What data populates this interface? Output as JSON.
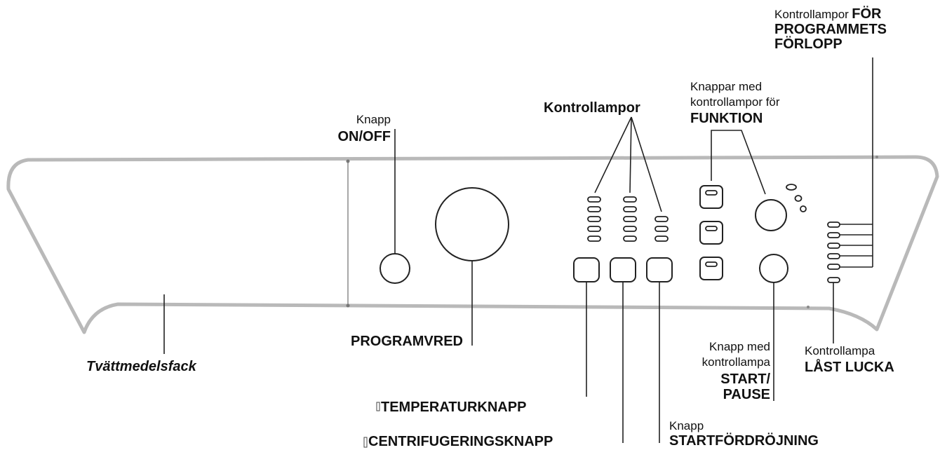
{
  "labels": {
    "knapp_on_off_small": "Knapp",
    "knapp_on_off_big": "ON/OFF",
    "kontrollampor": "Kontrollampor",
    "funktion_line1": "Knappar med",
    "funktion_line2": "kontrollampor för",
    "funktion_big": "FUNKTION",
    "forlopp_small": "Kontrollampor",
    "forlopp_big1": "FÖR",
    "forlopp_big2": "PROGRAMMETS",
    "forlopp_big3": "FÖRLOPP",
    "programvred": "PROGRAMVRED",
    "tvattmedelsfack": "Tvättmedelsfack",
    "temperaturknapp": "TEMPERATURKNAPP",
    "centrifugeringsknapp": "CENTRIFUGERINGSKNAPP",
    "start_small1": "Knapp med",
    "start_small2": "kontrollampa",
    "start_big1": "START/",
    "start_big2": "PAUSE",
    "last_lucka_small": "Kontrollampa",
    "last_lucka_big": "LÅST LUCKA",
    "startfordrojning_small": "Knapp",
    "startfordrojning_big": "STARTFÖRDRÖJNING"
  }
}
